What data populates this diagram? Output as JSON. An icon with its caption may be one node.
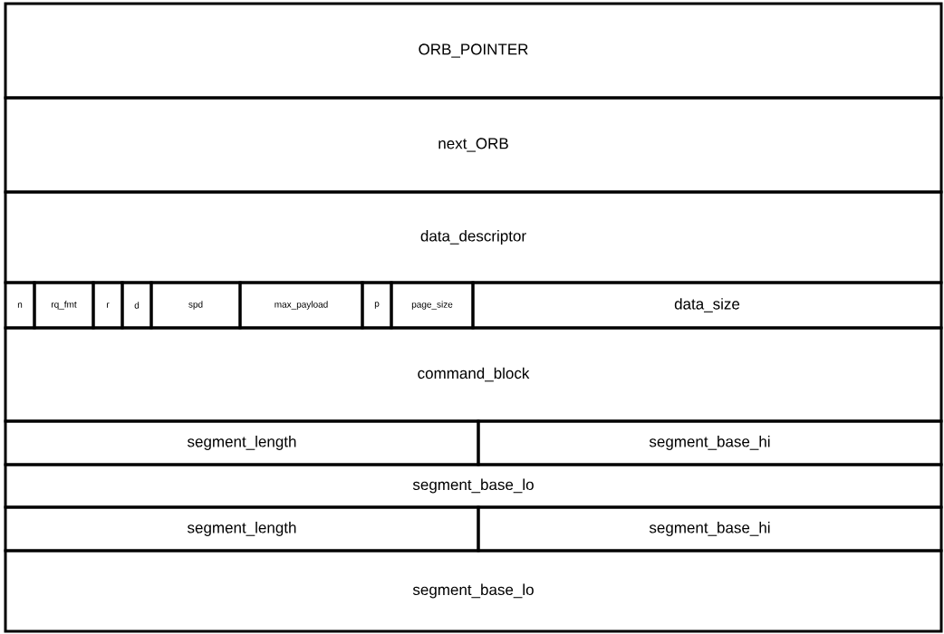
{
  "diagram": {
    "nodes": [
      {
        "text": [
          "ORB_POINTER"
        ]
      },
      {
        "text": [
          "next_ORB"
        ]
      },
      {
        "text": [
          "data_descriptor"
        ]
      },
      {
        "text": [
          "n"
        ]
      },
      {
        "text": [
          "rq_fmt"
        ]
      },
      {
        "text": [
          "r"
        ]
      },
      {
        "text": [
          "d"
        ]
      },
      {
        "text": [
          "spd"
        ]
      },
      {
        "text": [
          "max_payload"
        ]
      },
      {
        "text": [
          "p"
        ]
      },
      {
        "text": [
          "page_size"
        ]
      },
      {
        "text": [
          "data_size"
        ]
      },
      {
        "text": [
          "command_block"
        ]
      },
      {
        "text": [
          "segment_length"
        ]
      },
      {
        "text": [
          "segment_base_hi"
        ]
      },
      {
        "text": [
          "segment_base_lo"
        ]
      },
      {
        "text": [
          "segment_length"
        ]
      },
      {
        "text": [
          "segment_base_hi"
        ]
      },
      {
        "text": [
          "segment_base_lo"
        ]
      }
    ]
  }
}
